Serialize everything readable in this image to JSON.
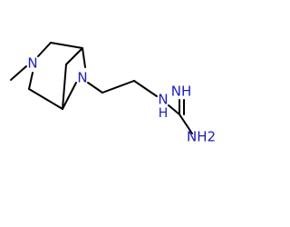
{
  "molecule": {
    "atoms": {
      "n_ring": "N",
      "n_bridge": "N",
      "n_amine": "N",
      "h_amine": "H",
      "n_imine": "NH",
      "n_amino": "NH2"
    },
    "colors": {
      "bond": "#000000",
      "heteroatom": "#1d1db8",
      "background": "#ffffff"
    }
  }
}
